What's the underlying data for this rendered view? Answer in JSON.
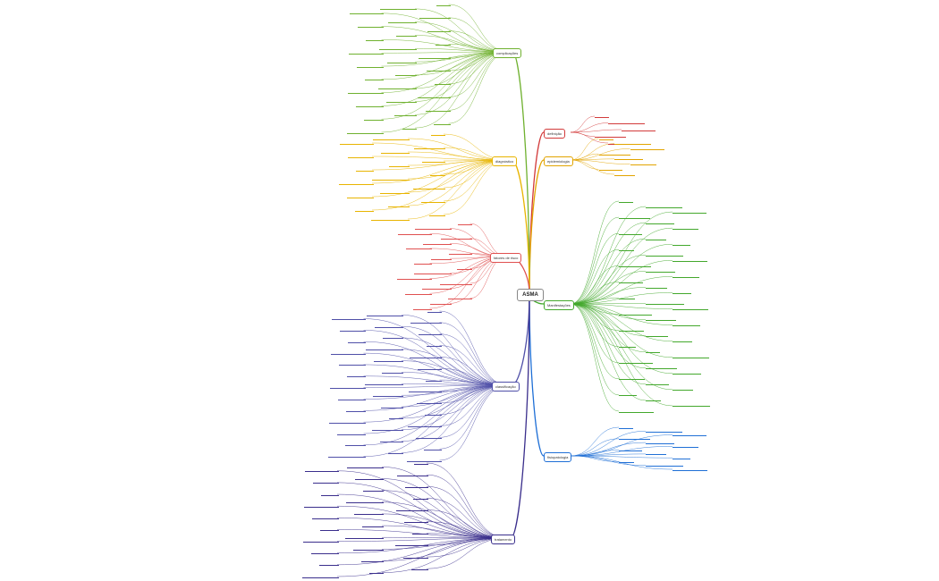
{
  "central": {
    "label": "ASMA"
  },
  "branches": [
    {
      "id": "definicao",
      "label": "definição",
      "color": "#d23a3a"
    },
    {
      "id": "epidemiologia",
      "label": "epidemiologia",
      "color": "#e2a400"
    },
    {
      "id": "manifestacoes",
      "label": "Manifestações",
      "color": "#43a82c"
    },
    {
      "id": "fisiopatologia",
      "label": "fisiopatologia",
      "color": "#1f6fd6"
    },
    {
      "id": "complicacoes",
      "label": "complicações",
      "color": "#6fb12f"
    },
    {
      "id": "diagnostico",
      "label": "diagnóstico",
      "color": "#e8b400"
    },
    {
      "id": "fatores",
      "label": "fatores de risco",
      "color": "#e05050"
    },
    {
      "id": "classificacao",
      "label": "classificação",
      "color": "#4f4fa8"
    },
    {
      "id": "tratamento",
      "label": "tratamento",
      "color": "#3a2e8c"
    }
  ]
}
